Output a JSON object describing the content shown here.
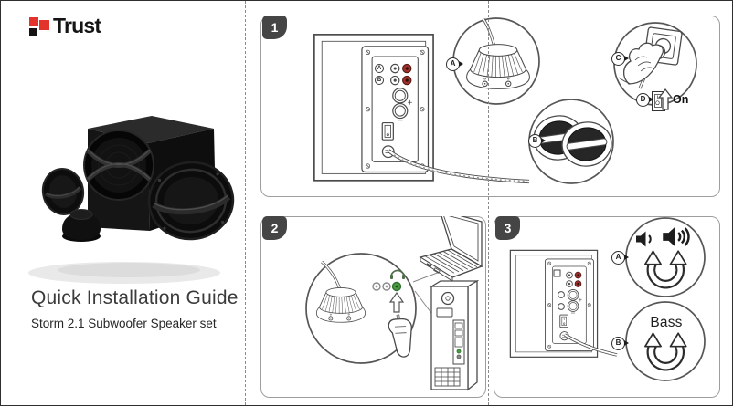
{
  "cover": {
    "brand": "Trust",
    "title": "Quick Installation Guide",
    "subtitle": "Storm 2.1 Subwoofer Speaker set"
  },
  "steps": {
    "step1": {
      "number": "1",
      "rear_panel_callouts": {
        "a": "A",
        "b": "B"
      },
      "callouts": {
        "a": "A",
        "b": "B",
        "c": "C",
        "d": "D"
      },
      "power_switch": {
        "top": "I",
        "bottom": "O",
        "label": "On"
      }
    },
    "step2": {
      "number": "2"
    },
    "step3": {
      "number": "3",
      "callouts": {
        "a": "A",
        "b": "B"
      },
      "bass_label": "Bass"
    }
  },
  "icons": {
    "volume_low": "speaker-one-wave",
    "volume_high": "speaker-three-waves",
    "rotate_arrow": "circular-bidirectional-arrow",
    "headset": "headphones",
    "up_arrow": "block-arrow-up",
    "power_plug": "plug-into-wall-outlet"
  },
  "colors": {
    "brand_red": "#e2342b",
    "badge_bg": "#454545",
    "panel_border": "#9e9e9e",
    "line_art": "#4a4a4a",
    "fold_line": "#8a8a8a",
    "rca_red": "#9e2f2a",
    "audio_jack_green": "#4a9e3f"
  }
}
